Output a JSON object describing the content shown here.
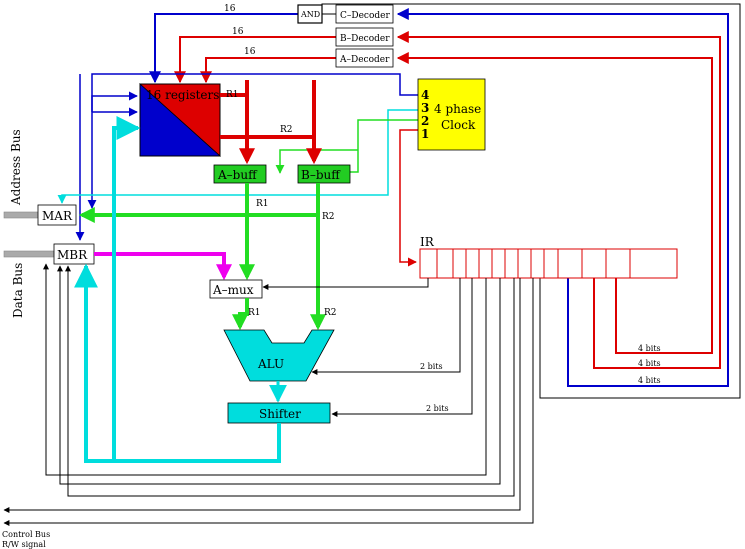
{
  "diagram": {
    "nodes": {
      "and_gate": "AND",
      "c_decoder": "C–Decoder",
      "b_decoder": "B–Decoder",
      "a_decoder": "A–Decoder",
      "registers": "16 registers",
      "clock_line1": "4 phase",
      "clock_line2": "Clock",
      "a_buff": "A–buff",
      "b_buff": "B–buff",
      "mar": "MAR",
      "mbr": "MBR",
      "ir": "IR",
      "a_mux": "A–mux",
      "alu": "ALU",
      "shifter": "Shifter"
    },
    "clock_phases": [
      "4",
      "3",
      "2",
      "1"
    ],
    "labels": {
      "c_width": "16",
      "b_width": "16",
      "a_width": "16",
      "r1_top": "R1",
      "r2_top": "R2",
      "r1_mid": "R1",
      "r2_mid": "R2",
      "r1_low": "R1",
      "r2_low": "R2",
      "alu_bits": "2 bits",
      "shifter_bits": "2 bits",
      "field_c_bits": "4 bits",
      "field_b_bits": "4 bits",
      "field_a_bits": "4 bits",
      "address_bus": "Address Bus",
      "data_bus": "Data Bus",
      "control_bus": "Control Bus",
      "rw_signal": "R/W signal"
    },
    "colors": {
      "blue": "#0000cc",
      "red": "#dd0000",
      "green": "#22dd22",
      "cyan": "#00dddd",
      "magenta": "#ee00ee",
      "yellow": "#ffff00",
      "gray": "#aaaaaa"
    }
  }
}
